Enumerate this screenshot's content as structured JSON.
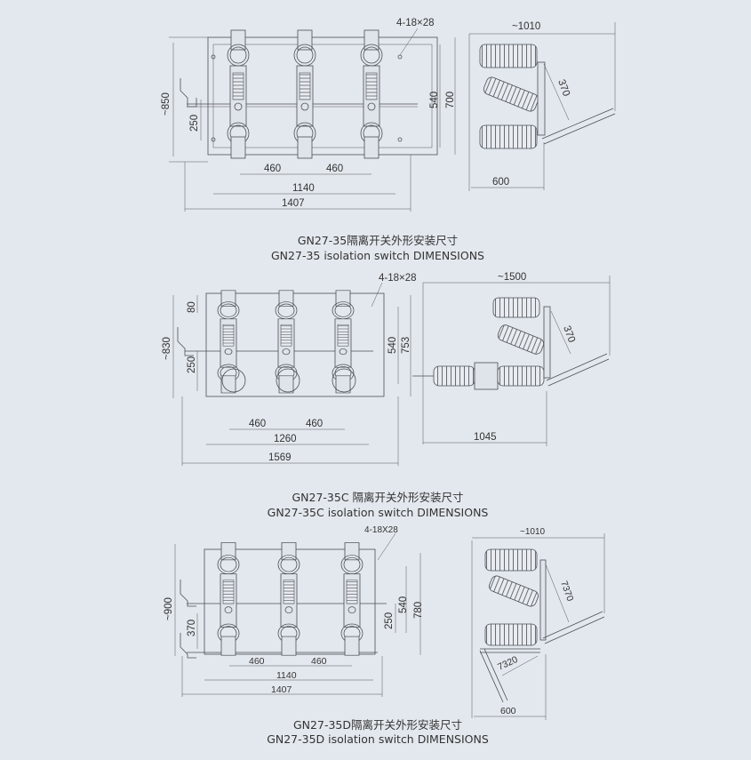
{
  "drawings": [
    {
      "caption_cn": "GN27-35隔离开关外形安装尺寸",
      "caption_en": "GN27-35 isolation switch DIMENSIONS",
      "front": {
        "hole": "4-18×28",
        "height_total": "~850",
        "height_low": "250",
        "height_mid": "540",
        "height_frame": "700",
        "pitch1": "460",
        "pitch2": "460",
        "width_inner": "1140",
        "width_total": "1407"
      },
      "side": {
        "depth": "~1010",
        "blade": "370",
        "base": "600"
      }
    },
    {
      "caption_cn": "GN27-35C 隔离开关外形安装尺寸",
      "caption_en": "GN27-35C isolation switch DIMENSIONS",
      "front": {
        "hole": "4-18×28",
        "height_total": "~830",
        "height_top": "80",
        "height_low": "250",
        "height_mid": "540",
        "height_frame": "753",
        "pitch1": "460",
        "pitch2": "460",
        "width_inner": "1260",
        "width_total": "1569"
      },
      "side": {
        "depth": "~1500",
        "blade": "370",
        "base": "1045"
      }
    },
    {
      "caption_cn": "GN27-35D隔离开关外形安装尺寸",
      "caption_en": "GN27-35D isolation switch DIMENSIONS",
      "front": {
        "hole": "4-18X28",
        "height_total": "~900",
        "height_low": "370",
        "height_earth": "250",
        "height_mid": "540",
        "height_frame": "780",
        "pitch1": "460",
        "pitch2": "460",
        "width_inner": "1140",
        "width_total": "1407"
      },
      "side": {
        "depth": "~1010",
        "blade": "7370",
        "earth_blade": "7320",
        "base": "600"
      }
    }
  ]
}
